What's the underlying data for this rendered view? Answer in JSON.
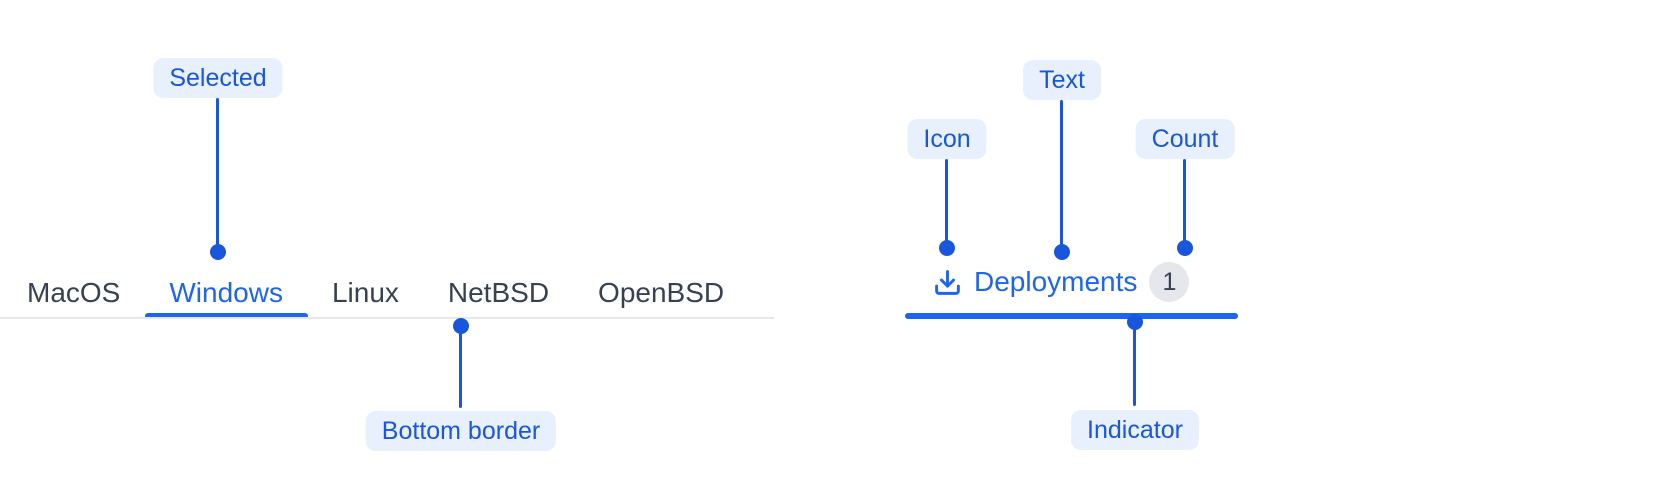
{
  "colors": {
    "accent_blue": "#1C64F2",
    "annotation_blue": "#1A56DB",
    "annotation_pill_bg": "#E8F0FD",
    "inactive_tab_text": "#374151",
    "divider_gray": "#E5E7EB",
    "badge_bg": "#E5E7EB",
    "badge_text": "#374151",
    "background": "#FFFFFF"
  },
  "tabs": {
    "items": [
      {
        "label": "MacOS",
        "selected": false
      },
      {
        "label": "Windows",
        "selected": true
      },
      {
        "label": "Linux",
        "selected": false
      },
      {
        "label": "NetBSD",
        "selected": false
      },
      {
        "label": "OpenBSD",
        "selected": false
      }
    ]
  },
  "deployments_tab": {
    "icon": "download-icon",
    "label": "Deployments",
    "count": "1",
    "selected": true
  },
  "annotations": {
    "selected": {
      "label": "Selected"
    },
    "bottom_border": {
      "label": "Bottom border"
    },
    "icon": {
      "label": "Icon"
    },
    "text": {
      "label": "Text"
    },
    "count": {
      "label": "Count"
    },
    "indicator": {
      "label": "Indicator"
    }
  }
}
